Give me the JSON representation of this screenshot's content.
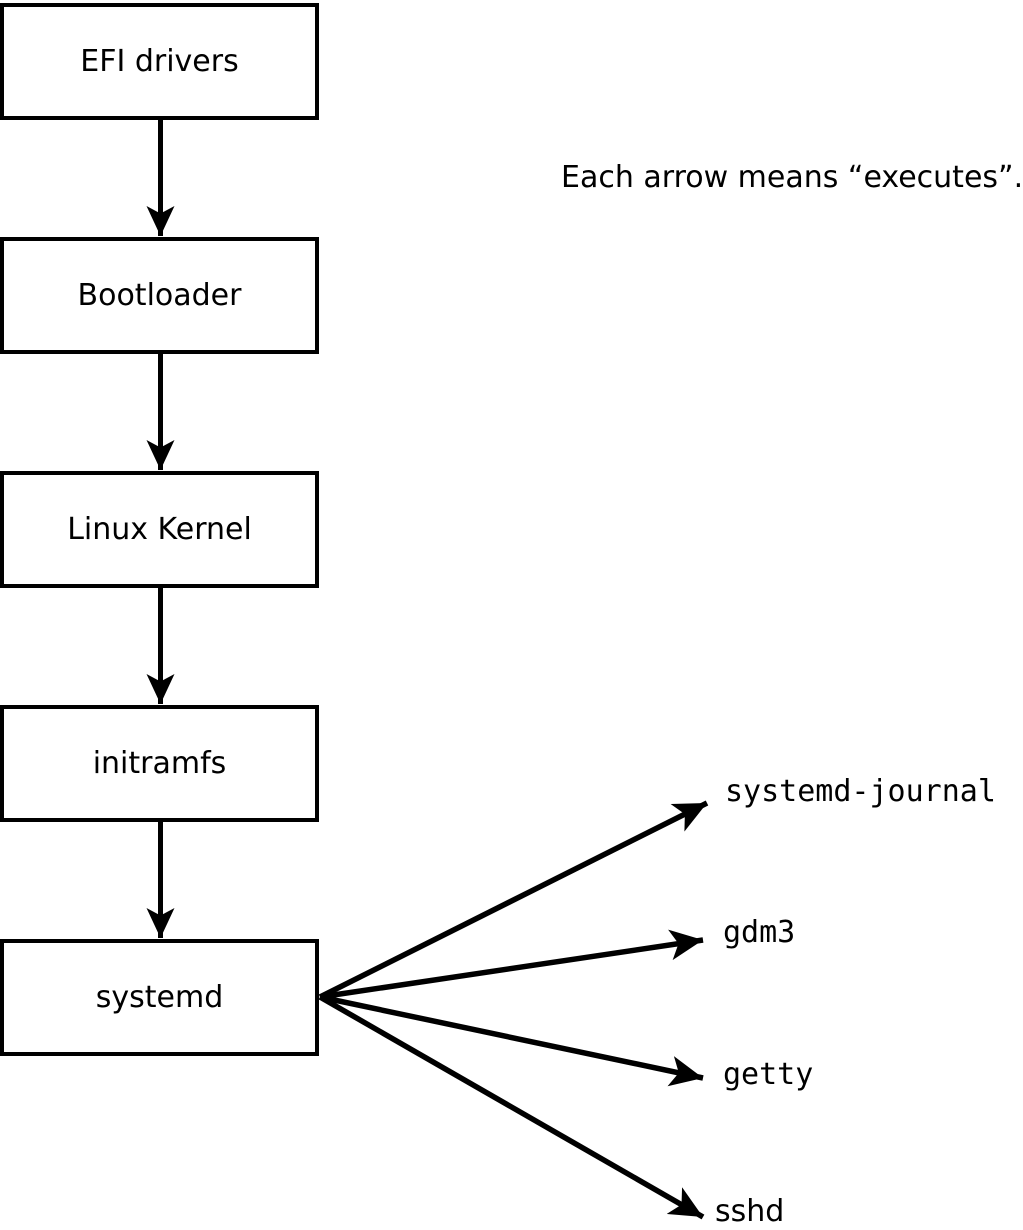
{
  "diagram": {
    "note": "Each arrow means “executes”.",
    "boxes": [
      {
        "id": "efi",
        "label": "EFI drivers"
      },
      {
        "id": "bootloader",
        "label": "Bootloader"
      },
      {
        "id": "kernel",
        "label": "Linux Kernel"
      },
      {
        "id": "initramfs",
        "label": "initramfs"
      },
      {
        "id": "systemd",
        "label": "systemd"
      }
    ],
    "targets": [
      {
        "id": "systemd-journal",
        "label": "systemd-journal"
      },
      {
        "id": "gdm3",
        "label": "gdm3"
      },
      {
        "id": "getty",
        "label": "getty"
      },
      {
        "id": "sshd",
        "label": "sshd"
      }
    ],
    "colors": {
      "stroke": "#000000",
      "background": "#ffffff",
      "text": "#000000"
    }
  }
}
